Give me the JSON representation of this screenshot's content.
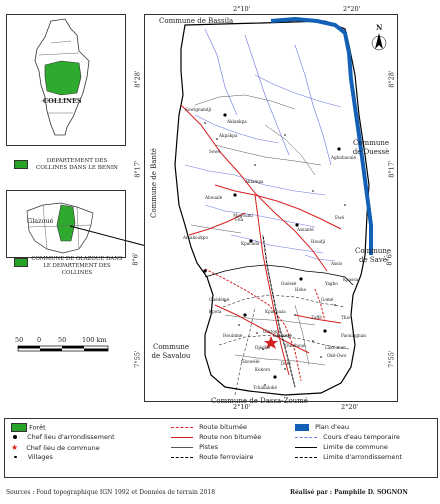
{
  "map": {
    "communes": {
      "north": "Commune de Bassila",
      "east_top": "Commune de Ouessè",
      "east_mid": "Commune de Savè",
      "west_top": "Commune de Banté",
      "west_bottom": "Commune de Savalou",
      "south": "Commune de Dassa-Zoumé"
    },
    "coords_top": [
      "2°10'",
      "2°20'"
    ],
    "coords_bottom": [
      "2°10'",
      "2°20'"
    ],
    "coords_left": [
      "8°28'",
      "8°17'",
      "8°6'",
      "7°55'"
    ],
    "coords_right": [
      "8°28'",
      "8°17'",
      "8°6'",
      "7°55'"
    ],
    "north_arrow": "N",
    "villages": [
      "Sowignandji",
      "Aklankpa",
      "Akpakpa",
      "Sowè",
      "Agbabaoulé",
      "Aboualé",
      "Ouédémé",
      "Kpota",
      "Kpakpaza",
      "Houinmè",
      "Fita",
      "Kpacada",
      "Houdji",
      "Glazoué",
      "Assanté",
      "Yagbo",
      "Hoko",
      "Zaffé",
      "Gbowélé",
      "Tchakaloké",
      "Lakounon",
      "Magoumi",
      "Thio",
      "Ouèssè",
      "Gomé",
      "Kpassa",
      "Djègbé",
      "Paouingnan",
      "Aklampa",
      "Oké-Owo",
      "Kokoro",
      "Dotè",
      "Assio",
      "Ouinhoué",
      "Ewé",
      "Amakoukpo"
    ],
    "commune_labels_small": [
      "Glazoué"
    ]
  },
  "locators": {
    "benin_label": "COLLINES",
    "benin_caption": "DEPARTEMENT DES COLLINES DANS LE BENIN",
    "dept_label": "Glazoué",
    "dept_caption": "COMMUNE DE GLAZOUE DANS LE DEPARTEMENT DES COLLINES"
  },
  "scale": {
    "ticks": [
      "50",
      "0",
      "50",
      "100 km"
    ]
  },
  "legend": {
    "items": [
      {
        "label": "Forêt",
        "symbol": "green-box"
      },
      {
        "label": "Chef lieu d'arrondissement",
        "symbol": "dot"
      },
      {
        "label": "Chef lieu de commune",
        "symbol": "star"
      },
      {
        "label": "Villages",
        "symbol": "small-dot"
      },
      {
        "label": "Route bitumée",
        "symbol": "red-dashed"
      },
      {
        "label": "Route non bitumée",
        "symbol": "red-solid"
      },
      {
        "label": "Pistes",
        "symbol": "thin-line"
      },
      {
        "label": "Route ferroviaire",
        "symbol": "rail"
      },
      {
        "label": "Plan d'eau",
        "symbol": "blue-box"
      },
      {
        "label": "Cours d'eau temporaire",
        "symbol": "blue-dashed"
      },
      {
        "label": "Limite de commune",
        "symbol": "black-solid"
      },
      {
        "label": "Limite d'arrondissement",
        "symbol": "black-dashed"
      }
    ],
    "colors": {
      "forest": "#27a327",
      "water": "#1560b7",
      "road": "#d62020",
      "stream": "#6b7ae0"
    }
  },
  "footer": {
    "sources": "Sources : Fond topographique IGN 1992 et Données de terrain 2018",
    "author": "Réalisé par : Pamphile D. SOGNON"
  }
}
